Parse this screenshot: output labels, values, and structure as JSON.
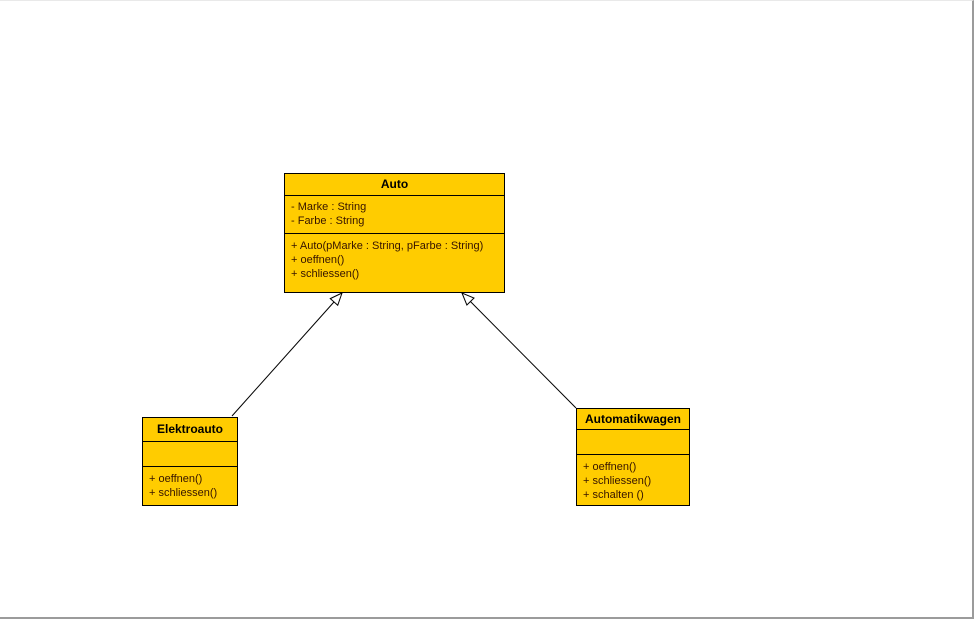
{
  "diagram": {
    "type": "uml-class-diagram",
    "classes": [
      {
        "name": "Auto",
        "attributes": [
          "- Marke : String",
          "- Farbe : String"
        ],
        "methods": [
          "+ Auto(pMarke : String, pFarbe : String)",
          "+ oeffnen()",
          "+ schliessen()"
        ]
      },
      {
        "name": "Elektroauto",
        "attributes": [],
        "methods": [
          "+ oeffnen()",
          "+ schliessen()"
        ]
      },
      {
        "name": "Automatikwagen",
        "attributes": [],
        "methods": [
          "+ oeffnen()",
          "+ schliessen()",
          "+ schalten ()"
        ]
      }
    ],
    "relations": [
      {
        "from": "Elektroauto",
        "to": "Auto",
        "type": "generalization",
        "arrow": "hollow-triangle"
      },
      {
        "from": "Automatikwagen",
        "to": "Auto",
        "type": "generalization",
        "arrow": "hollow-triangle"
      }
    ],
    "colors": {
      "class_fill": "#FFCC00",
      "class_border": "#000000",
      "title_text": "#000000",
      "member_text": "#361400",
      "line": "#000000"
    }
  }
}
